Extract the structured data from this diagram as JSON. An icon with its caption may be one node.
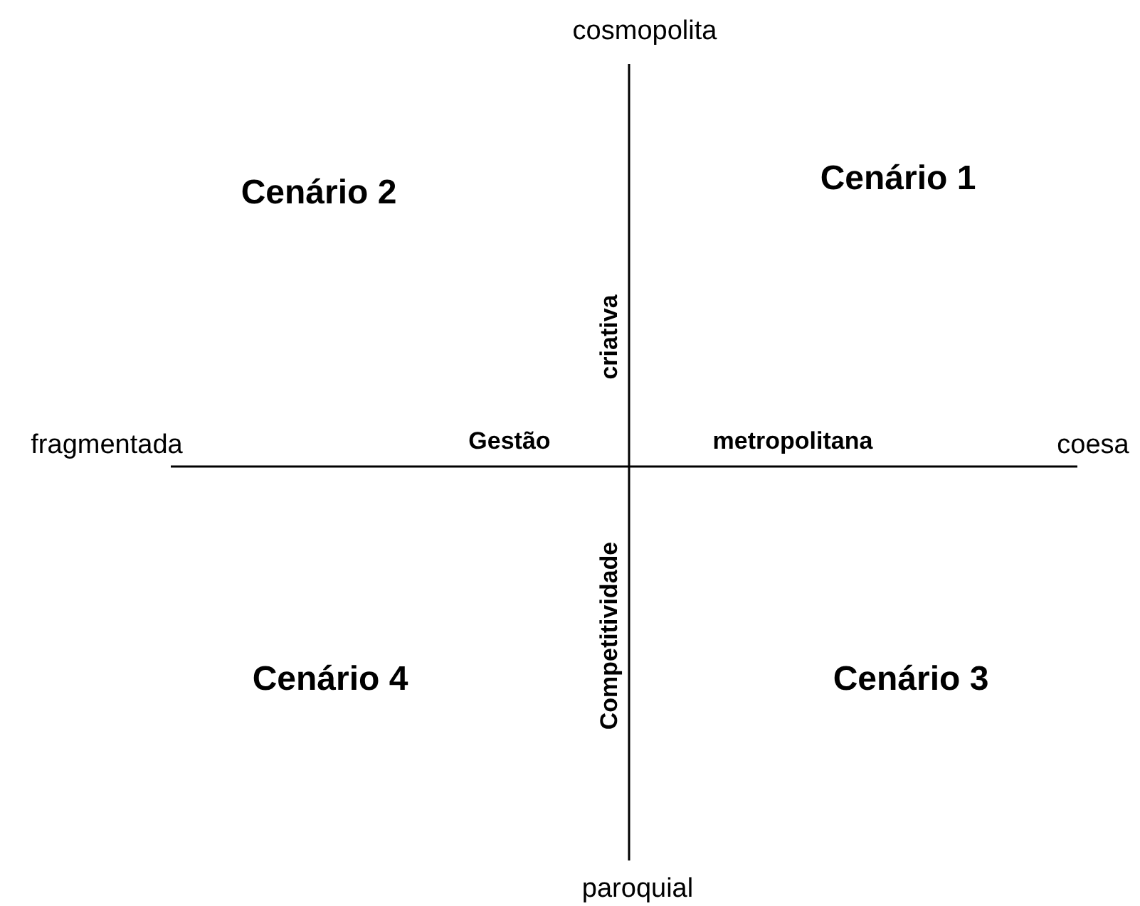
{
  "diagram": {
    "labels": [
      "cosmopolita",
      "Cenário 2",
      "Cenário 1",
      "criativa",
      "fragmentada",
      "Gestão",
      "metropolitana",
      "coesa",
      "Competitividade",
      "Cenário 4",
      "Cenário 3",
      "paroquial"
    ]
  }
}
